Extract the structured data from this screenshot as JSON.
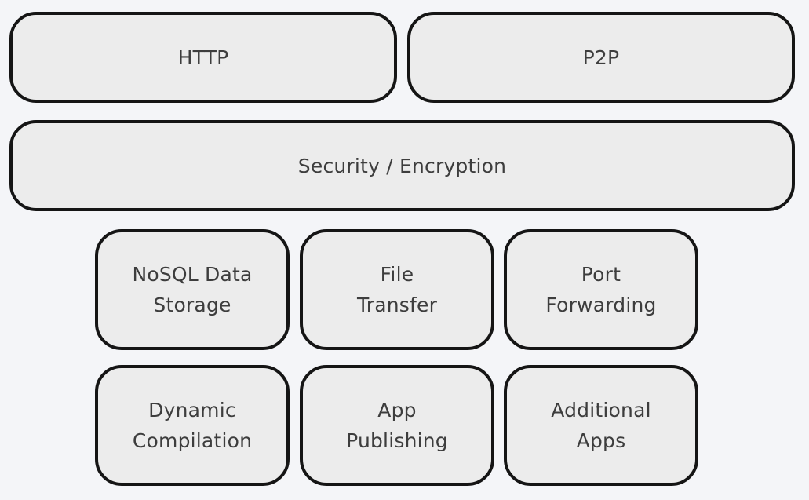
{
  "layers": {
    "http": "HTTP",
    "p2p": "P2P",
    "security": "Security / Encryption",
    "nosql": {
      "line1": "NoSQL Data",
      "line2": "Storage"
    },
    "file_transfer": {
      "line1": "File",
      "line2": "Transfer"
    },
    "port_forwarding": {
      "line1": "Port",
      "line2": "Forwarding"
    },
    "dynamic_compilation": {
      "line1": "Dynamic",
      "line2": "Compilation"
    },
    "app_publishing": {
      "line1": "App",
      "line2": "Publishing"
    },
    "additional_apps": {
      "line1": "Additional",
      "line2": "Apps"
    }
  }
}
